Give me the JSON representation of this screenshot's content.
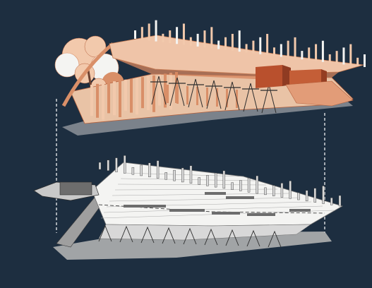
{
  "diagram": {
    "kind": "exploded axonometric architectural diagram",
    "layers": [
      {
        "id": "upper",
        "style": "colored render"
      },
      {
        "id": "lower",
        "style": "monochrome linework"
      }
    ]
  },
  "colors": {
    "background": "#1d2e40",
    "terracotta_light": "#f2c9ac",
    "terracotta": "#d98f68",
    "terracotta_dark": "#b5603c",
    "brick": "#b9502d",
    "white": "#f4f4f2",
    "gray_light": "#d8d8d8",
    "gray_mid": "#a9a9a9",
    "gray_dark": "#6d6d6d",
    "line_dark": "#2d2d2d",
    "connector": "#ffffff"
  }
}
